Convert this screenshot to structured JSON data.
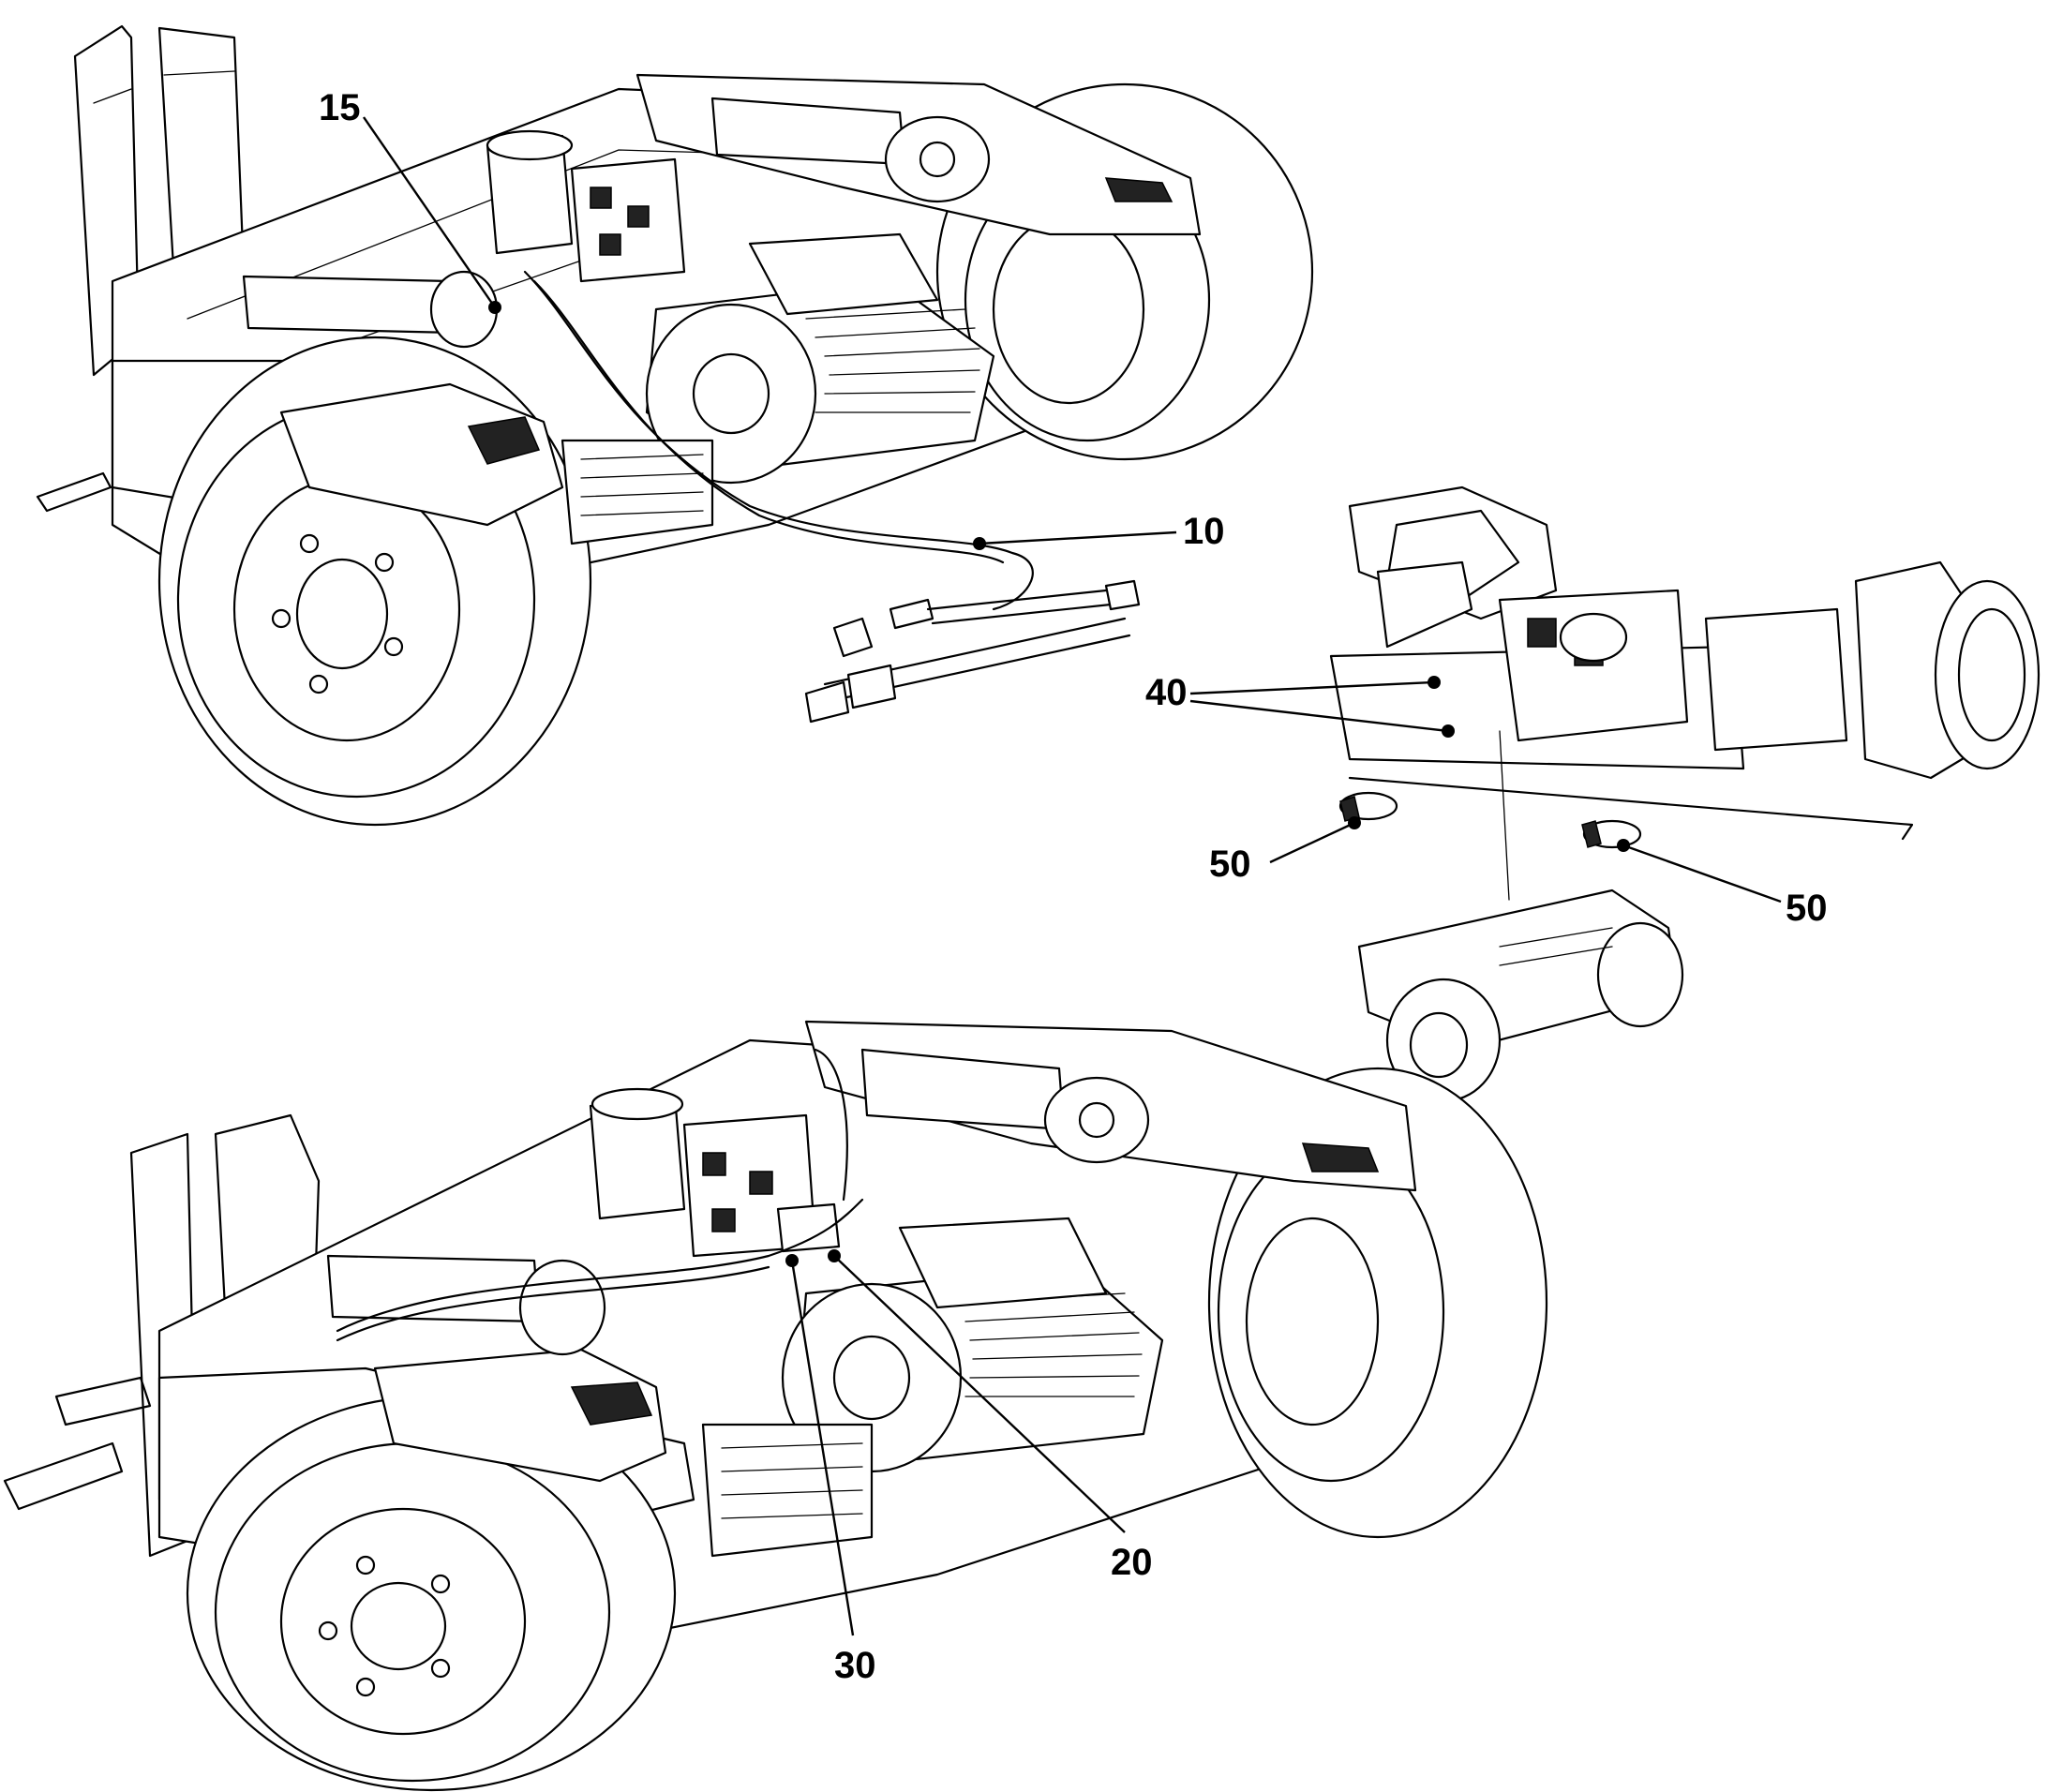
{
  "callouts": {
    "c15": "15",
    "c10": "10",
    "c40": "40",
    "c50a": "50",
    "c50b": "50",
    "c20": "20",
    "c30": "30"
  },
  "assemblies": {
    "top": "truck-rear-assembly-view-1",
    "middle": "truck-rear-assembly-view-2",
    "inset": "truck-overview-thumbnail",
    "bottom": "truck-rear-assembly-view-3"
  }
}
